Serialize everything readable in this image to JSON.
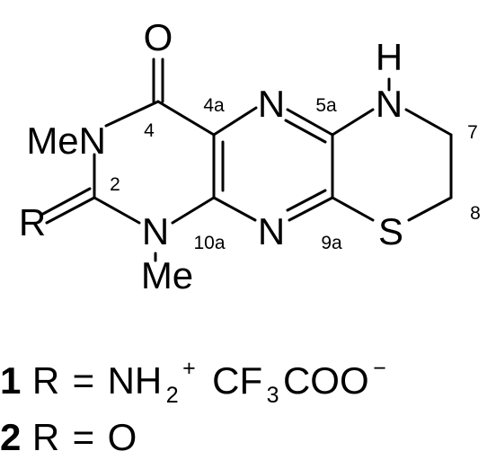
{
  "figure": {
    "atoms": {
      "o": "O",
      "me_n3": "MeN",
      "n5": "N",
      "nh_h": "H",
      "nh_n": "N",
      "r": "R",
      "n1": "N",
      "n1_me": "Me",
      "n10": "N",
      "s": "S"
    },
    "locants": {
      "c4": "4",
      "c4a": "4a",
      "c5a": "5a",
      "c7": "7",
      "c2": "2",
      "c8": "8",
      "c10a": "10a",
      "c9a": "9a"
    },
    "compounds": [
      {
        "number": "1",
        "r_label": "R",
        "equals": "=",
        "group": "NH",
        "sub1": "2",
        "sup1": "+",
        "counterion": "CF",
        "sub2": "3",
        "tail": "COO",
        "sup2": "−"
      },
      {
        "number": "2",
        "r_label": "R",
        "equals": "=",
        "group": "O"
      }
    ]
  },
  "colors": {
    "ink": "#000000",
    "background": "#ffffff"
  }
}
